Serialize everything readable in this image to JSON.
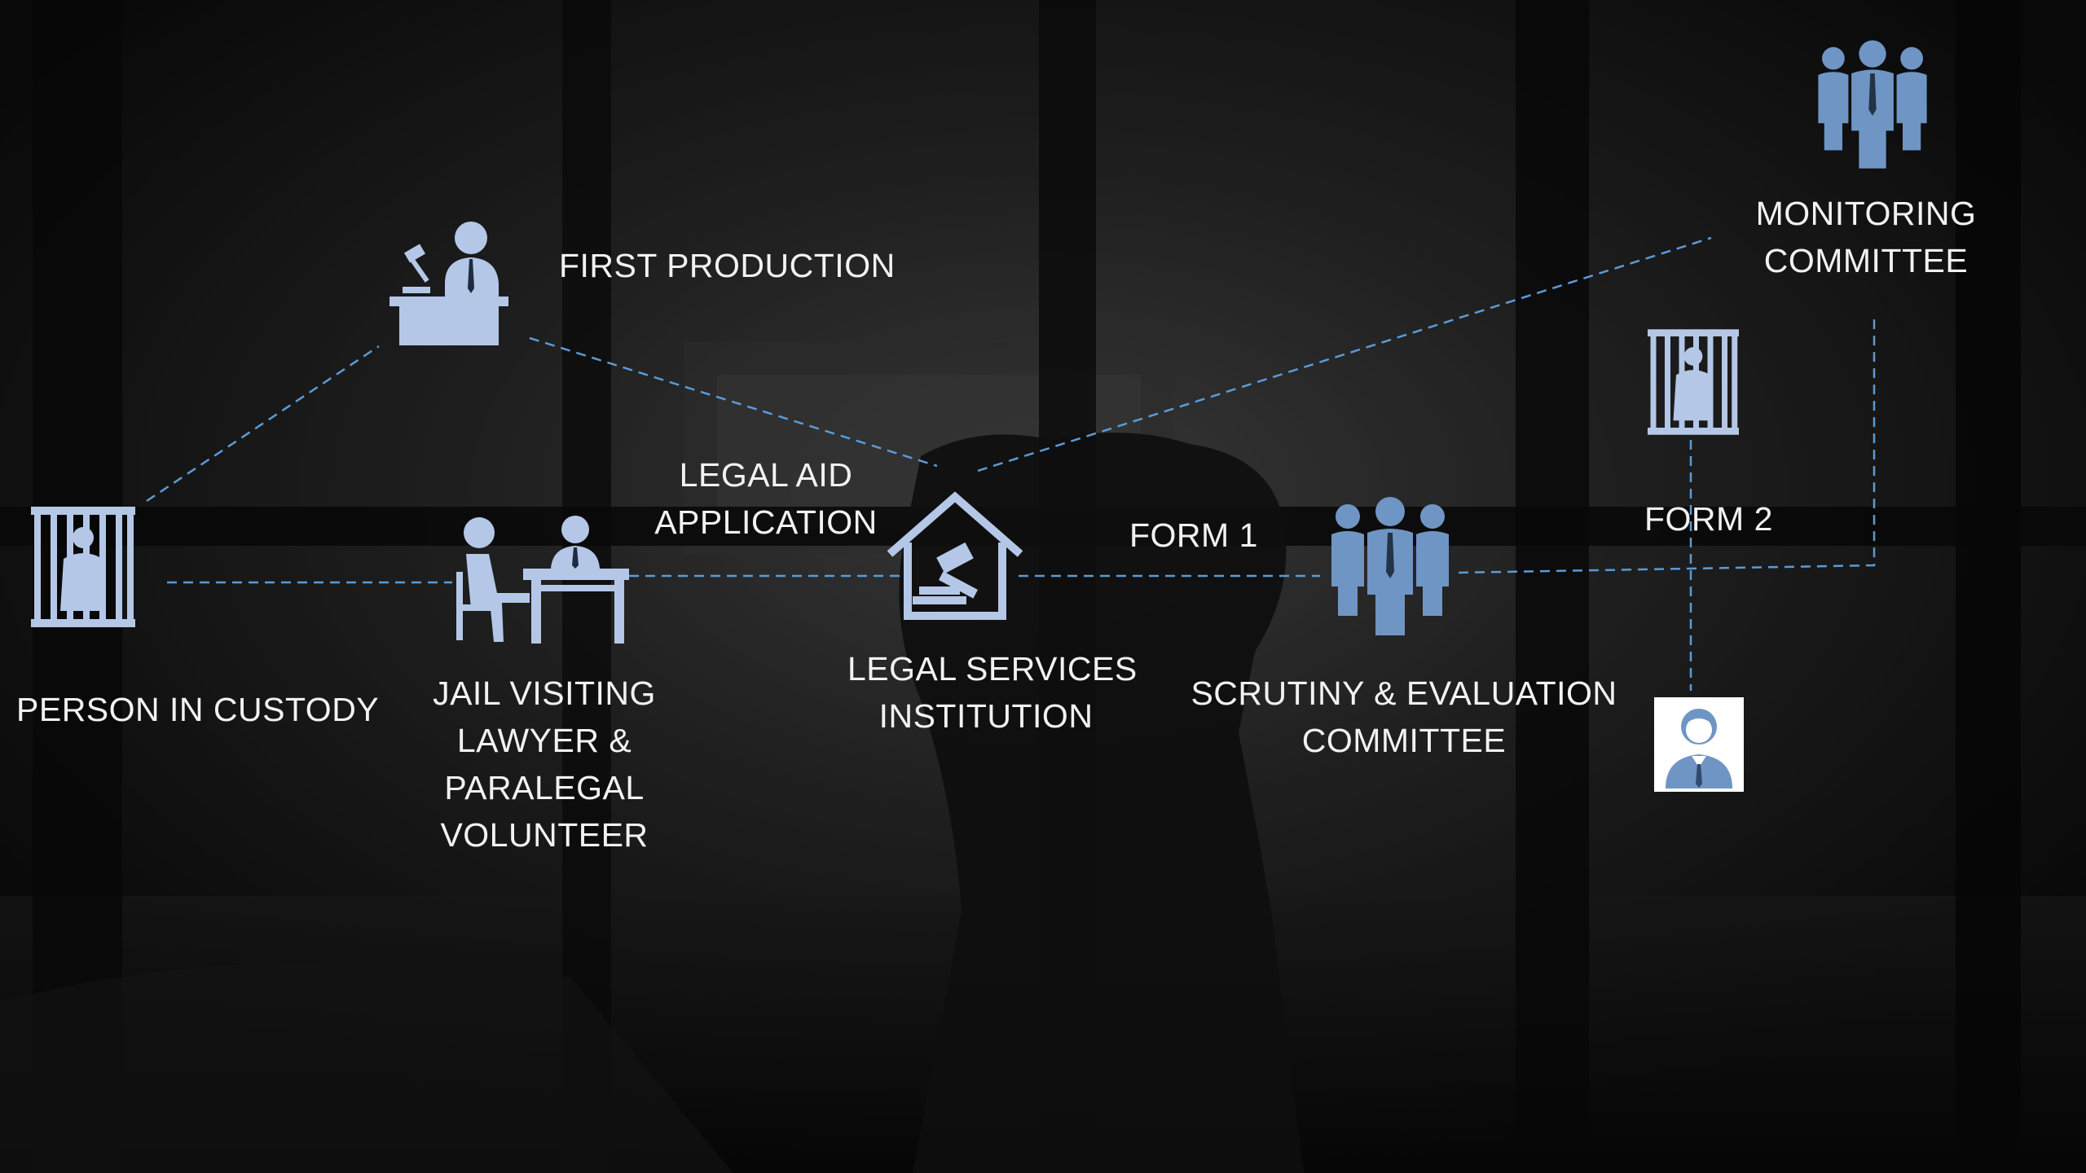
{
  "colors": {
    "background": "#101010",
    "icon_light": "#b4c7e7",
    "icon_blue": "#6f95c4",
    "connector": "#5b9bd5",
    "text": "#f2f2f2"
  },
  "nodes": {
    "person_in_custody": {
      "icon": "prisoner-behind-bars-icon",
      "label": "PERSON IN CUSTODY"
    },
    "first_production": {
      "icon": "judge-at-bench-icon",
      "label": "FIRST PRODUCTION"
    },
    "jail_visiting_lawyer": {
      "icon": "lawyer-meeting-client-icon",
      "label_lines": [
        "JAIL VISITING",
        "LAWYER &",
        "PARALEGAL",
        "VOLUNTEER"
      ]
    },
    "legal_aid_application": {
      "label_lines": [
        "LEGAL AID",
        "APPLICATION"
      ]
    },
    "legal_services_institution": {
      "icon": "courthouse-gavel-icon",
      "label_lines": [
        "LEGAL SERVICES",
        "INSTITUTION"
      ]
    },
    "form_1": {
      "label": "FORM 1"
    },
    "scrutiny_committee": {
      "icon": "committee-group-icon",
      "label_lines": [
        "SCRUTINY & EVALUATION",
        "COMMITTEE"
      ]
    },
    "form_2": {
      "label": "FORM 2"
    },
    "prison_cell": {
      "icon": "prisoner-behind-bars-icon"
    },
    "official": {
      "icon": "person-avatar-icon"
    },
    "monitoring_committee": {
      "icon": "committee-group-icon",
      "label_lines": [
        "MONITORING",
        "COMMITTEE"
      ]
    }
  }
}
